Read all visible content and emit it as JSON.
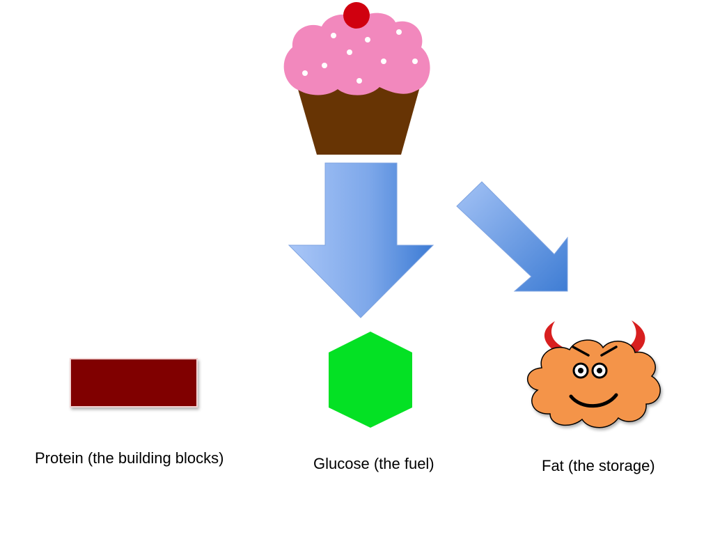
{
  "colors": {
    "background": "#ffffff",
    "cupcake_frosting": "#f288bd",
    "cupcake_cherry": "#d0000f",
    "cupcake_wrapper": "#673404",
    "sprinkles": "#ffffff",
    "arrow_light": "#9dbdf5",
    "arrow_dark": "#3f7fd6",
    "protein_block": "#800000",
    "glucose_hexagon": "#04e124",
    "fat_cloud": "#f4944a",
    "fat_horns": "#d81f1f"
  },
  "icons": {
    "source": "cupcake-icon",
    "arrow_down": "down-arrow-icon",
    "arrow_diagonal": "diagonal-arrow-icon",
    "protein": "rectangle-block-icon",
    "glucose": "hexagon-icon",
    "fat": "devil-cloud-icon"
  },
  "labels": {
    "protein": "Protein (the building blocks)",
    "glucose": "Glucose (the fuel)",
    "fat": "Fat (the storage)"
  }
}
